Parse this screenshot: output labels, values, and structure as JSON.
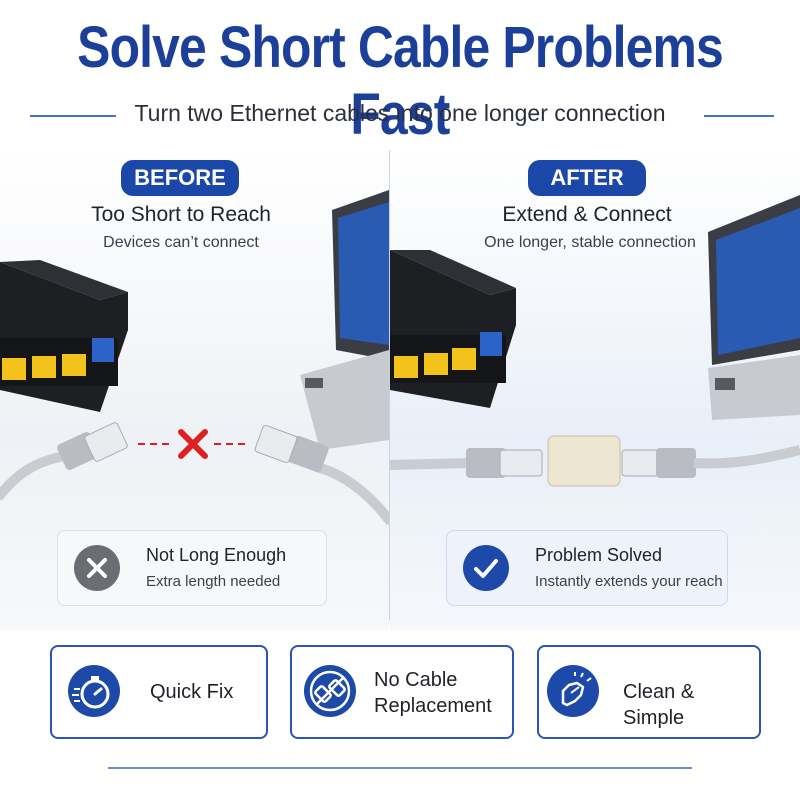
{
  "header": {
    "title": "Solve Short Cable Problems Fast",
    "subtitle": "Turn two Ethernet cables into one longer connection"
  },
  "before": {
    "badge": "BEFORE",
    "title": "Too Short to Reach",
    "desc": "Devices can’t connect",
    "status_title": "Not Long Enough",
    "status_desc": "Extra length needed",
    "status_icon": "x-circle-icon"
  },
  "after": {
    "badge": "AFTER",
    "title": "Extend & Connect",
    "desc": "One longer, stable connection",
    "status_title": "Problem Solved",
    "status_desc": "Instantly extends your reach",
    "status_icon": "check-circle-icon"
  },
  "features": [
    {
      "label": "Quick Fix",
      "icon": "stopwatch-icon"
    },
    {
      "label_line1": "No Cable",
      "label_line2": "Replacement",
      "icon": "cable-icon"
    },
    {
      "label": "Clean & Simple",
      "icon": "snap-hand-icon"
    }
  ],
  "colors": {
    "brand_blue": "#1c3f9a",
    "badge_blue": "#1b48a8",
    "error_red": "#e02020",
    "check_blue": "#1d4aa8"
  }
}
